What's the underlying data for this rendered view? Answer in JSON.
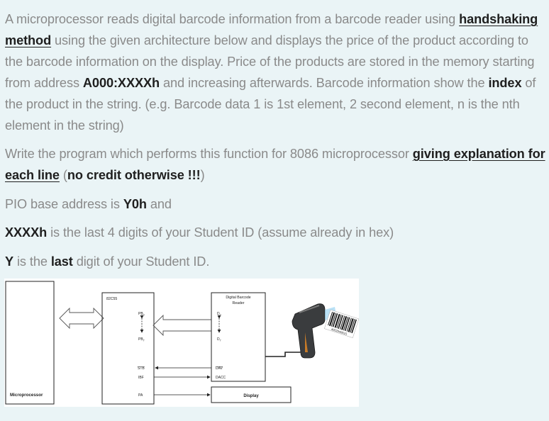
{
  "question": {
    "p1": {
      "t1": "A microprocessor reads digital barcode information from a barcode reader using ",
      "b1": "handshaking method",
      "t2": " using the given architecture below and displays the price of the product according to the barcode information on the display. Price of the products are stored in the memory starting from address ",
      "b2": "A000:XXXXh",
      "t3": " and increasing afterwards. Barcode information show the ",
      "b3": "index",
      "t4": " of the product in the string. (e.g. Barcode data 1 is 1st element, 2 second element, n is the nth element in the string)"
    },
    "p2": {
      "t1": "Write the program which performs this function for 8086 microprocessor ",
      "b1": "giving explanation for each line",
      "t2": " (",
      "b2": "no credit otherwise !!!",
      "t3": ")"
    },
    "p3": {
      "t1": "PIO base address is ",
      "b1": "Y0h",
      "t2": " and"
    },
    "p4": {
      "b1": "XXXXh",
      "t1": " is the last 4 digits of your Student ID (assume already in hex)"
    },
    "p5": {
      "b1": "Y",
      "t1": " is the ",
      "b2": "last",
      "t2": " digit of your Student ID."
    }
  },
  "diagram": {
    "microprocessor": "Microprocessor",
    "pio": "82C55",
    "pb0": "PB",
    "pb0_sub": "0",
    "pb7": "PB",
    "pb7_sub": "7",
    "stb": "STB",
    "ibf": "IBF",
    "pa": "PA",
    "reader_line1": "Digital Barcode",
    "reader_line2": "Reader",
    "d0": "D",
    "d0_sub": "0",
    "d7": "D",
    "d7_sub": "7",
    "dav": "DAV",
    "dacc": "DACC",
    "display": "Display",
    "barcode_number": "4002049015"
  }
}
